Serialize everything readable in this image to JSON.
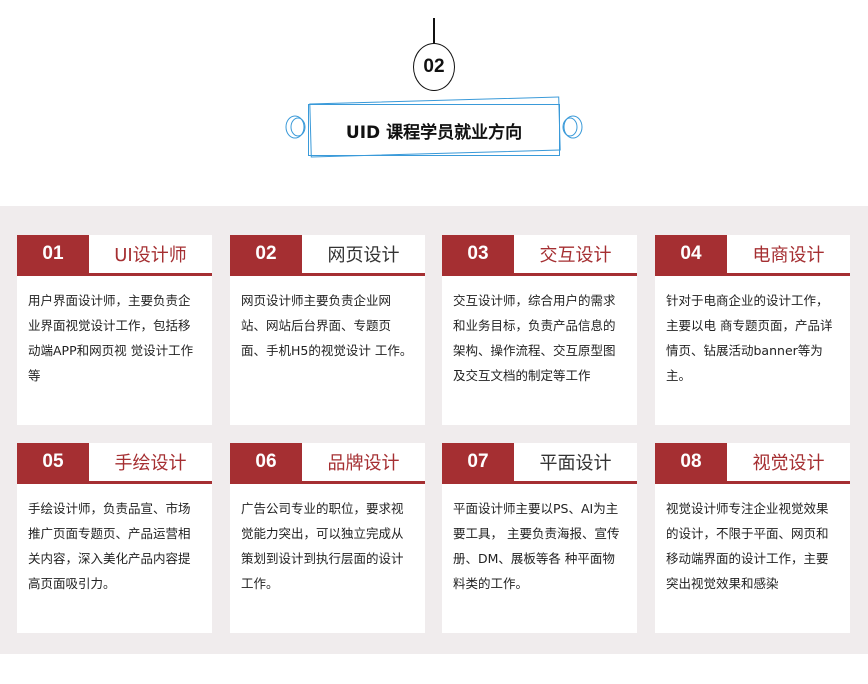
{
  "section_number": "02",
  "section_title": "UID 课程学员就业方向",
  "colors": {
    "accent": "#a52f32",
    "frame": "#3a9ad9"
  },
  "cards": [
    {
      "num": "01",
      "title": "UI设计师",
      "title_color": "#a52f32",
      "desc": "用户界面设计师，主要负责企业界面视觉设计工作，包括移动端APP和网页视 觉设计工作等"
    },
    {
      "num": "02",
      "title": "网页设计",
      "title_color": "#333333",
      "desc": "网页设计师主要负责企业网站、网站后台界面、专题页面、手机H5的视觉设计 工作。"
    },
    {
      "num": "03",
      "title": "交互设计",
      "title_color": "#a52f32",
      "desc": "交互设计师，综合用户的需求和业务目标，负责产品信息的架构、操作流程、交互原型图及交互文档的制定等工作"
    },
    {
      "num": "04",
      "title": "电商设计",
      "title_color": "#a52f32",
      "desc": "针对于电商企业的设计工作，主要以电 商专题页面，产品详情页、钻展活动banner等为主。"
    },
    {
      "num": "05",
      "title": "手绘设计",
      "title_color": "#a52f32",
      "desc": "手绘设计师，负责品宣、市场推广页面专题页、产品运营相关内容，深入美化产品内容提高页面吸引力。"
    },
    {
      "num": "06",
      "title": "品牌设计",
      "title_color": "#a52f32",
      "desc": "广告公司专业的职位，要求视觉能力突出，可以独立完成从策划到设计到执行层面的设计工作。"
    },
    {
      "num": "07",
      "title": "平面设计",
      "title_color": "#333333",
      "desc": "平面设计师主要以PS、AI为主要工具， 主要负责海报、宣传册、DM、展板等各 种平面物料类的工作。"
    },
    {
      "num": "08",
      "title": "视觉设计",
      "title_color": "#a52f32",
      "desc": "视觉设计师专注企业视觉效果的设计，不限于平面、网页和移动端界面的设计工作，主要突出视觉效果和感染"
    }
  ]
}
